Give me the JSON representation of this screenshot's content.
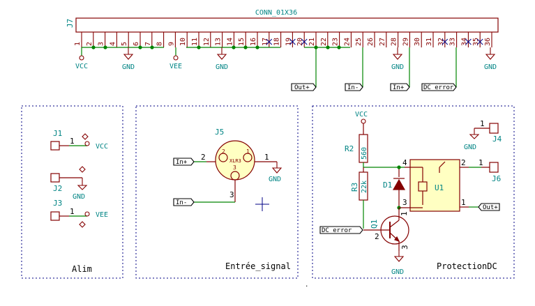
{
  "connector": {
    "ref": "J7",
    "value": "CONN_01X36",
    "pins": [
      "1",
      "2",
      "3",
      "4",
      "5",
      "6",
      "7",
      "8",
      "9",
      "10",
      "11",
      "12",
      "13",
      "14",
      "15",
      "16",
      "17",
      "18",
      "19",
      "20",
      "21",
      "22",
      "23",
      "24",
      "25",
      "26",
      "27",
      "28",
      "29",
      "30",
      "31",
      "32",
      "33",
      "34",
      "35",
      "36"
    ]
  },
  "power": {
    "vcc": "VCC",
    "gnd": "GND",
    "vee": "VEE"
  },
  "labels": {
    "out_plus": "Out+",
    "in_minus": "In-",
    "in_plus": "In+",
    "dc_error": "DC_error",
    "dc_error_short": "DC_error"
  },
  "sheets": {
    "alim": {
      "title": "Alim",
      "j1": "J1",
      "j2": "J2",
      "j3": "J3",
      "pin1": "1"
    },
    "entree": {
      "title": "Entrée_signal",
      "j5": "J5",
      "xlr": "XLR3",
      "p1": "1",
      "p2": "2",
      "p3": "3"
    },
    "protection": {
      "title": "ProtectionDC",
      "r2_ref": "R2",
      "r2_val": "560",
      "r3_ref": "R3",
      "r3_val": "22k",
      "d1": "D1",
      "q1": "Q1",
      "u1": "U1",
      "j4": "J4",
      "j6": "J6",
      "n1": "1",
      "n2": "2",
      "n3": "3",
      "n4": "4"
    }
  }
}
